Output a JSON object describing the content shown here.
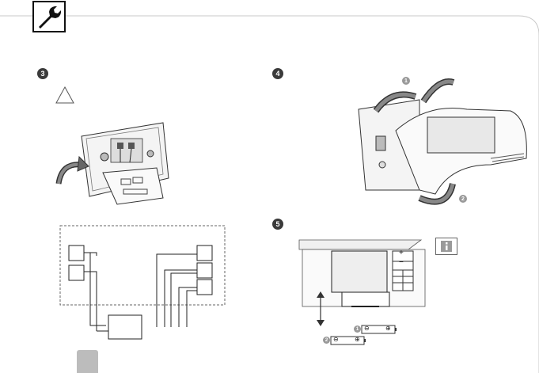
{
  "header": {
    "icon": "wrench-icon"
  },
  "steps": {
    "s3": "3",
    "s4": "4",
    "s5": "5"
  },
  "callouts": {
    "c1": "1",
    "c2": "2",
    "c1b": "1",
    "c2b": "2"
  },
  "battery": {
    "minus": "⊖",
    "plus": "⊕"
  },
  "keypad": {
    "plus": "+",
    "minus": "−"
  },
  "colors": {
    "line": "#c8c8c8",
    "badge": "#3a3a3a",
    "tab": "#bcbcbc"
  },
  "icons": [
    "wrench-icon",
    "warning-triangle-icon",
    "info-icon",
    "up-down-arrow-icon"
  ]
}
